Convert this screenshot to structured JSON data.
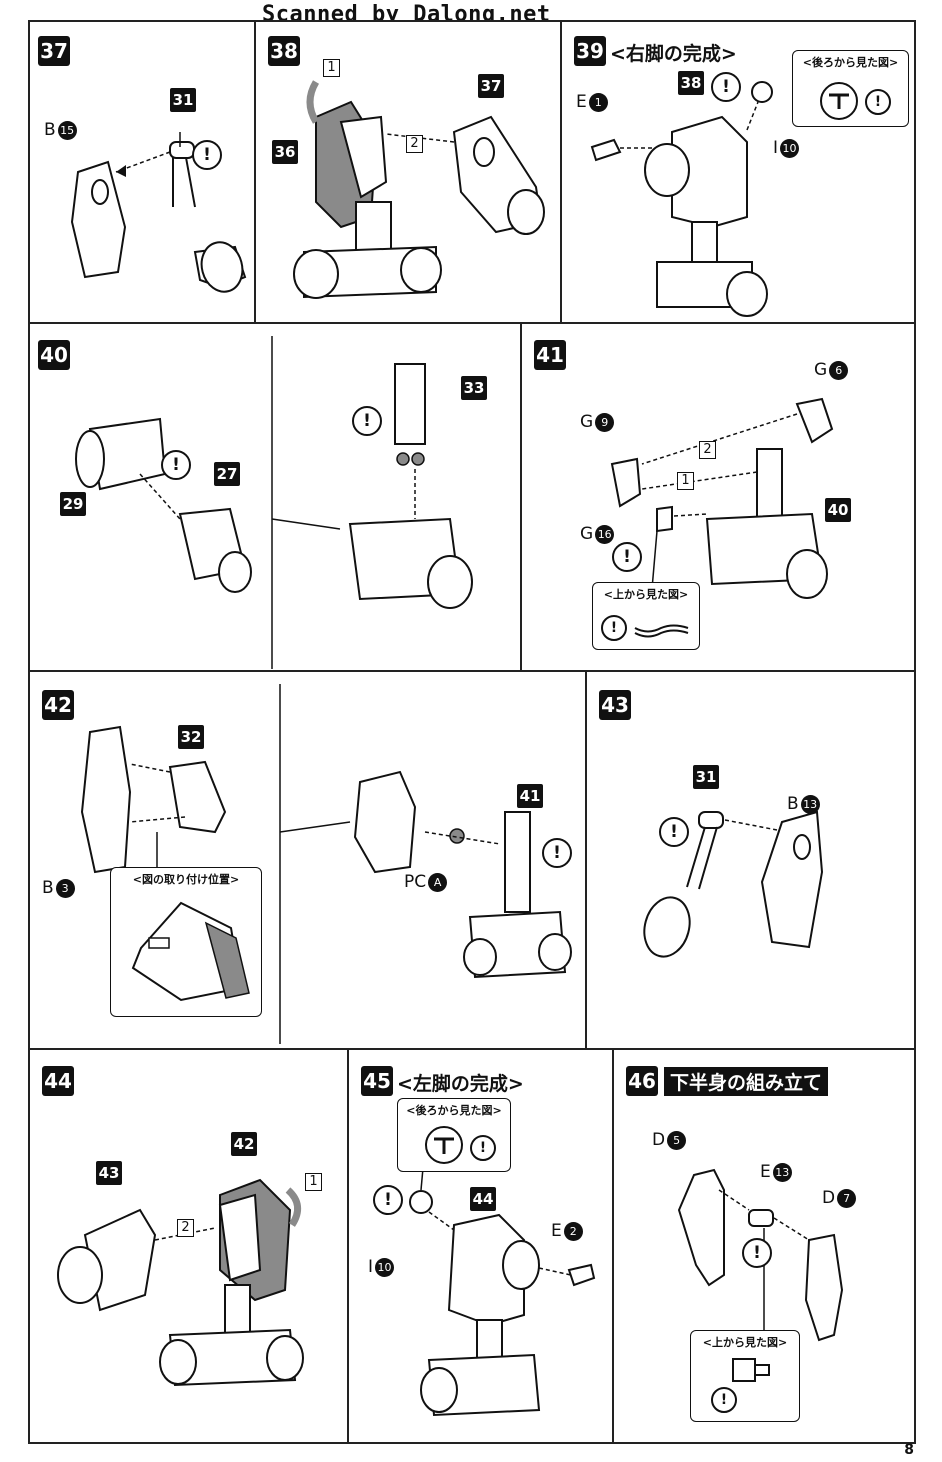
{
  "header": {
    "scan_credit": "Scanned by Dalong.net"
  },
  "page_number": "8",
  "steps": {
    "s37": {
      "num": "37",
      "parts": {
        "b15_letter": "B",
        "b15_num": "15",
        "p31": "31"
      }
    },
    "s38": {
      "num": "38",
      "parts": {
        "p37": "37",
        "p36": "36",
        "n1": "1",
        "n2": "2"
      }
    },
    "s39": {
      "num": "39",
      "title": "<右脚の完成>",
      "parts": {
        "e1_letter": "E",
        "e1_num": "1",
        "p38": "38",
        "i10_letter": "I",
        "i10_num": "10"
      },
      "bubble_caption": "<後ろから見た図>"
    },
    "s40": {
      "num": "40",
      "parts": {
        "p29": "29",
        "p27": "27",
        "p33": "33"
      }
    },
    "s41": {
      "num": "41",
      "parts": {
        "g6_letter": "G",
        "g6_num": "6",
        "g9_letter": "G",
        "g9_num": "9",
        "g16_letter": "G",
        "g16_num": "16",
        "p40": "40",
        "n1": "1",
        "n2": "2"
      },
      "bubble_caption": "<上から見た図>"
    },
    "s42": {
      "num": "42",
      "parts": {
        "p32": "32",
        "b3_letter": "B",
        "b3_num": "3",
        "p41": "41",
        "pca_letter": "PC",
        "pca_num": "A"
      },
      "bubble_caption": "<図の取り付け位置>"
    },
    "s43": {
      "num": "43",
      "parts": {
        "p31": "31",
        "b13_letter": "B",
        "b13_num": "13"
      }
    },
    "s44": {
      "num": "44",
      "parts": {
        "p42": "42",
        "p43": "43",
        "n1": "1",
        "n2": "2"
      }
    },
    "s45": {
      "num": "45",
      "title": "<左脚の完成>",
      "parts": {
        "p44": "44",
        "e2_letter": "E",
        "e2_num": "2",
        "i10_letter": "I",
        "i10_num": "10"
      },
      "bubble_caption": "<後ろから見た図>"
    },
    "s46": {
      "num": "46",
      "title": "下半身の組み立て",
      "parts": {
        "d5_letter": "D",
        "d5_num": "5",
        "e13_letter": "E",
        "e13_num": "13",
        "d7_letter": "D",
        "d7_num": "7"
      },
      "bubble_caption": "<上から見た図>"
    }
  },
  "icons": {
    "caution": "caution-icon",
    "bang": "!"
  },
  "colors": {
    "ink": "#111111",
    "paper": "#ffffff",
    "shade": "#8a8a8a"
  }
}
